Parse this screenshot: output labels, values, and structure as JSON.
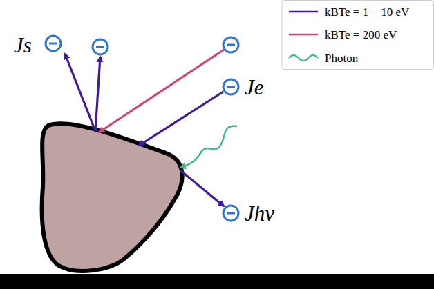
{
  "diagram": {
    "labels": [
      "Js",
      "Je",
      "Jhν"
    ],
    "legend": [
      {
        "text": "kBTe = 1 − 10 eV"
      },
      {
        "text": "kBTe = 200 eV"
      },
      {
        "text": "Photon"
      }
    ]
  }
}
